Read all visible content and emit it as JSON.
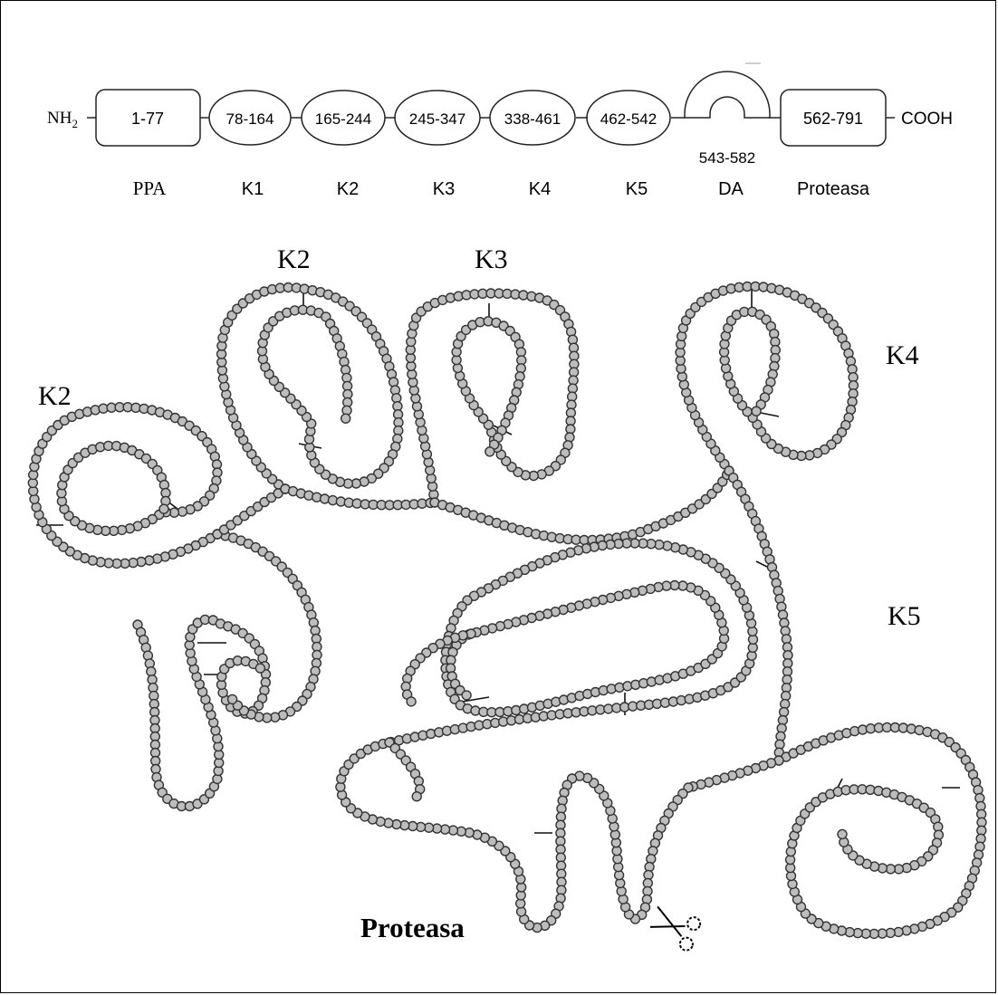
{
  "colors": {
    "line": "#222222",
    "bead_fill": "#bdbdbd",
    "bead_stroke": "#333333",
    "background": "#ffffff"
  },
  "domain_map": {
    "n_terminus": "NH2",
    "c_terminus": "COOH",
    "domains": [
      {
        "range": "1-77",
        "label": "PPA",
        "shape": "rounded-rect"
      },
      {
        "range": "78-164",
        "label": "K1",
        "shape": "ellipse"
      },
      {
        "range": "165-244",
        "label": "K2",
        "shape": "ellipse"
      },
      {
        "range": "245-347",
        "label": "K3",
        "shape": "ellipse"
      },
      {
        "range": "338-461",
        "label": "K4",
        "shape": "ellipse"
      },
      {
        "range": "462-542",
        "label": "K5",
        "shape": "ellipse"
      },
      {
        "range": "543-582",
        "label": "DA",
        "shape": "arch"
      },
      {
        "range": "562-791",
        "label": "Proteasa",
        "shape": "rounded-rect"
      }
    ]
  },
  "structure": {
    "labels": {
      "k2_left": "K2",
      "k2_top": "K2",
      "k3": "K3",
      "k4": "K4",
      "k5": "K5",
      "protease": "Proteasa"
    },
    "cleavage_icon": "scissors-icon"
  }
}
